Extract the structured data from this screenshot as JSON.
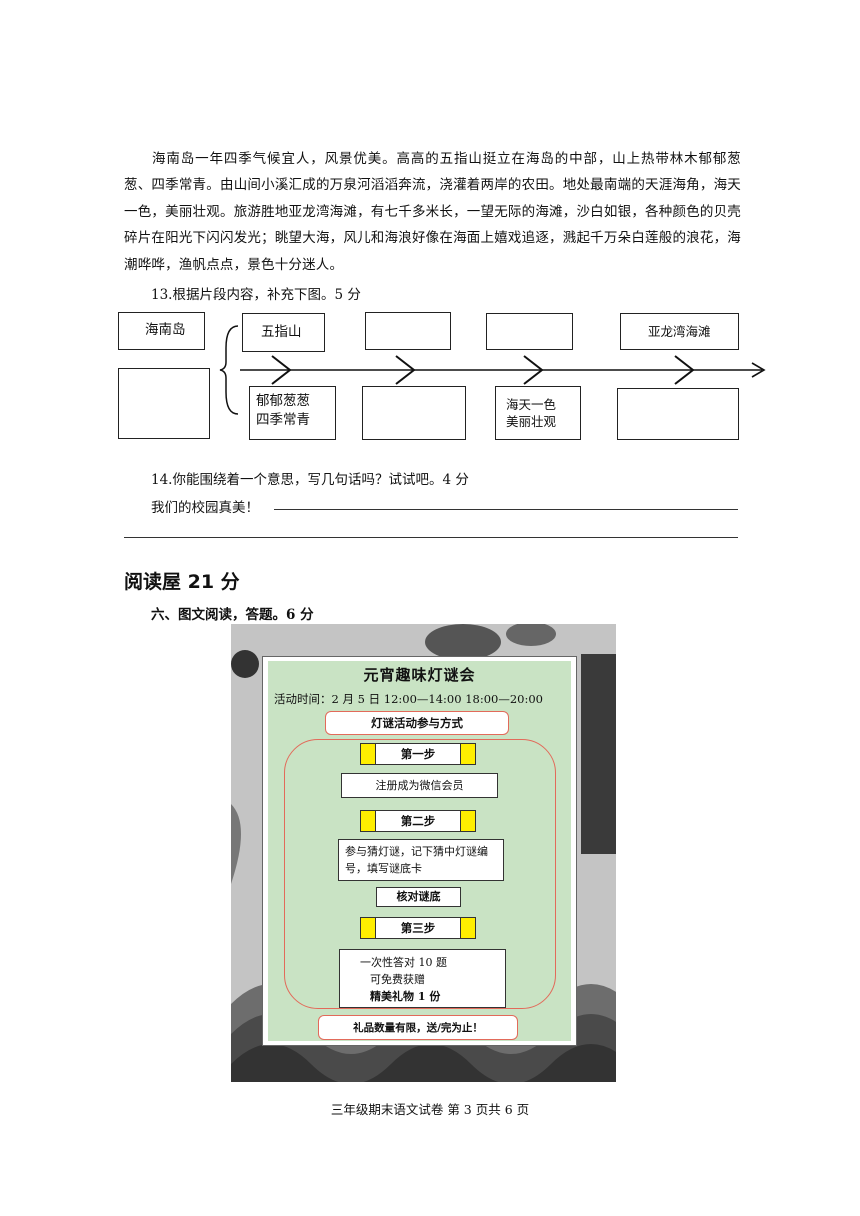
{
  "passage": "海南岛一年四季气候宜人，风景优美。高高的五指山挺立在海岛的中部，山上热带林木郁郁葱葱、四季常青。由山间小溪汇成的万泉河滔滔奔流，浇灌着两岸的农田。地处最南端的天涯海角，海天一色，美丽壮观。旅游胜地亚龙湾海滩，有七千多米长，一望无际的海滩，沙白如银，各种颜色的贝壳碎片在阳光下闪闪发光；眺望大海，风儿和海浪好像在海面上嬉戏追逐，溅起千万朵白莲般的浪花，海潮哗哗，渔帆点点，景色十分迷人。",
  "q13": {
    "prompt": "13.根据片段内容，补充下图。5 分",
    "root": "海南岛",
    "top_boxes": [
      "五指山",
      "",
      "",
      "亚龙湾海滩"
    ],
    "bottom_boxes": [
      "郁郁葱葱\n四季常青",
      "",
      "海天一色\n美丽壮观",
      ""
    ]
  },
  "q14": {
    "prompt": "14.你能围绕着一个意思，写几句话吗？试试吧。4 分",
    "starter": "我们的校园真美！"
  },
  "section": {
    "title": "阅读屋  21 分",
    "sub": "六、图文阅读，答题。6 分"
  },
  "poster": {
    "title": "元宵趣味灯谜会",
    "time": "活动时间：2 月 5 日 12:00—14:00    18:00—20:00",
    "method": "灯谜活动参与方式",
    "step1": "第一步",
    "step1_text": "注册成为微信会员",
    "step2": "第二步",
    "step2_text": "参与猜灯谜，记下猜中灯谜编号，填写谜底卡",
    "check": "核对谜底",
    "step3": "第三步",
    "step3_line1": "一次性答对 10 题",
    "step3_line2": "可免费获赠",
    "step3_line3": "精美礼物 1 份",
    "notice": "礼品数量有限，送/完为止！"
  },
  "footer": "三年级期末语文试卷    第 3 页共 6 页"
}
